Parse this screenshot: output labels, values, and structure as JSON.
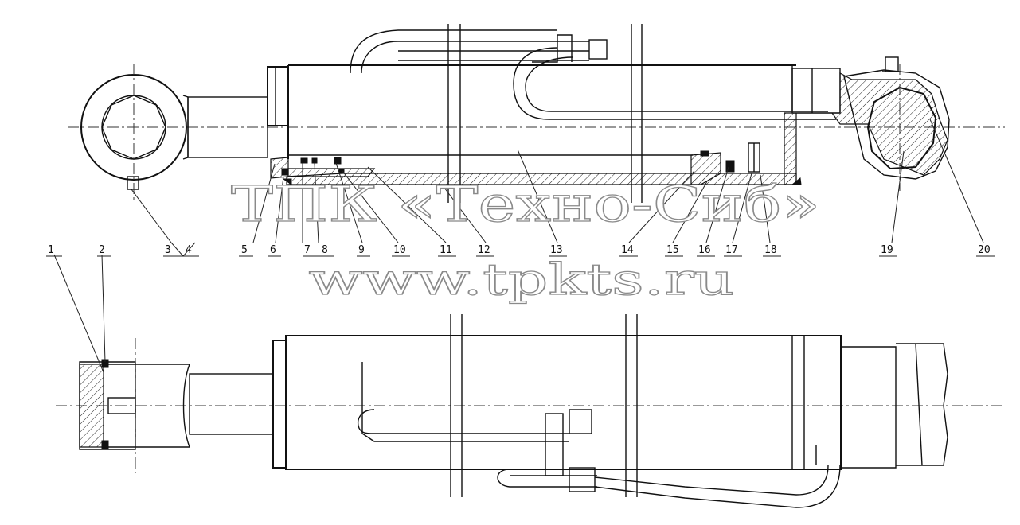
{
  "watermark": {
    "line1": "ТПК «Техно-Сиб»",
    "line2": "www.tpkts.ru"
  },
  "callouts": [
    "1",
    "2",
    "3",
    "4",
    "5",
    "6",
    "7",
    "8",
    "9",
    "10",
    "11",
    "12",
    "13",
    "14",
    "15",
    "16",
    "17",
    "18",
    "19",
    "20"
  ]
}
